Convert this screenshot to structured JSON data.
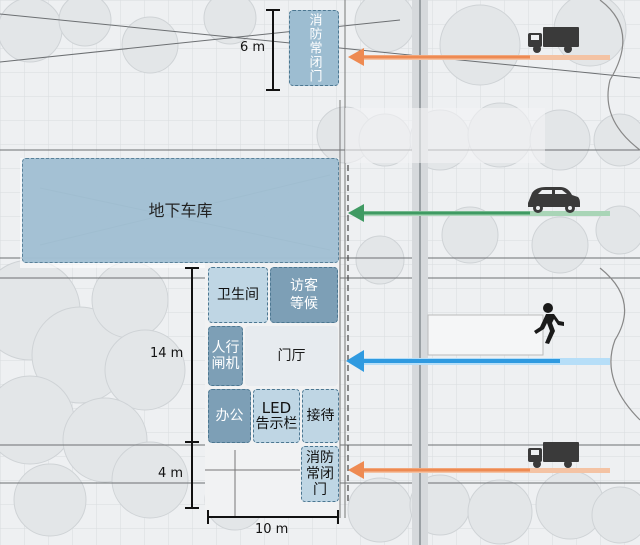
{
  "labels": {
    "fire_door_top": "消防常闭门",
    "garage": "地下车库",
    "restroom": "卫生间",
    "visitor_wait": "访客等候",
    "gate_line1": "人行",
    "gate_line2": "闸机",
    "lobby": "门厅",
    "office": "办公",
    "led_line1": "LED",
    "led_line2": "告示栏",
    "reception": "接待",
    "fire_door_bottom_line1": "消防",
    "fire_door_bottom_line2": "常闭门"
  },
  "dimensions": {
    "top": "6 m",
    "middle": "14 m",
    "bottom": "4 m",
    "width": "10 m"
  },
  "colors": {
    "zone_dark": "#7d9fb6",
    "zone_mid": "#9dbdd1",
    "zone_pale": "#bfd6e4",
    "border": "#4c7791",
    "truck_arrow": "#ee8a52",
    "car_arrow": "#3f9a63",
    "pedestrian_arrow": "#2f9ae0"
  },
  "icons": [
    "truck-icon",
    "car-icon",
    "pedestrian-icon"
  ]
}
